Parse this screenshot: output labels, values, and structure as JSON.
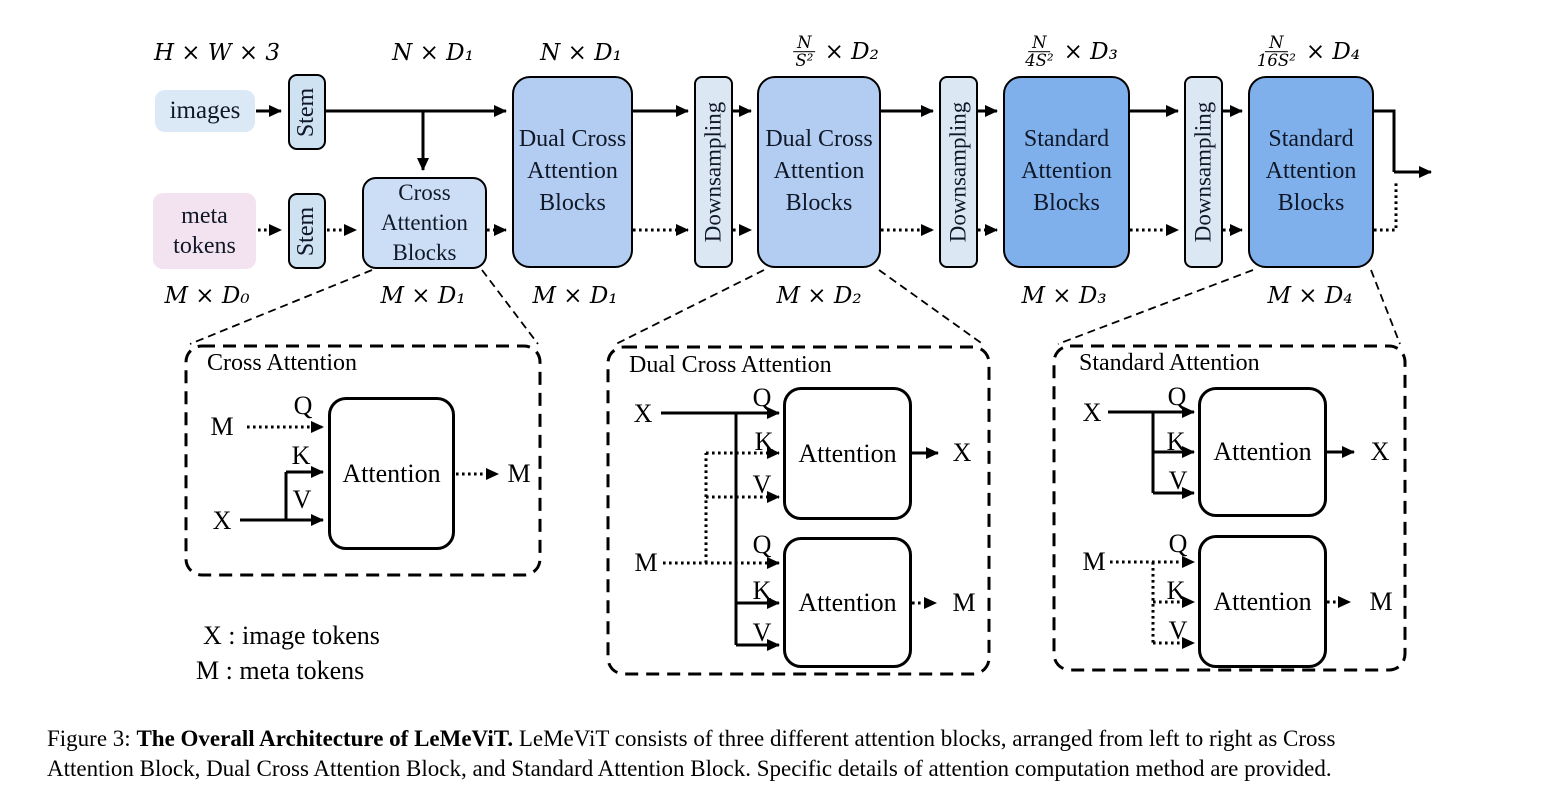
{
  "figure": {
    "pipeline": {
      "input_images_label": "images",
      "input_meta_label": "meta tokens",
      "stem1_label": "Stem",
      "stem2_label": "Stem",
      "cross_block_label": "Cross Attention Blocks",
      "dual_block1_label": "Dual Cross Attention Blocks",
      "dual_block2_label": "Dual Cross Attention Blocks",
      "downsampling1_label": "Downsampling",
      "downsampling2_label": "Downsampling",
      "downsampling3_label": "Downsampling",
      "standard_block1_label": "Standard Attention Blocks",
      "standard_block2_label": "Standard Attention Blocks"
    },
    "dims_top": {
      "hw3": "H × W × 3",
      "nd1_a": "N × D₁",
      "nd1_b": "N × D₁",
      "frac_d2": {
        "num": "N",
        "den": "S²",
        "rest": "× D₂"
      },
      "frac_d3": {
        "num": "N",
        "den": "4S²",
        "rest": "× D₃"
      },
      "frac_d4": {
        "num": "N",
        "den": "16S²",
        "rest": "× D₄"
      }
    },
    "dims_bottom": {
      "md0": "M × D₀",
      "md1_a": "M × D₁",
      "md1_b": "M × D₁",
      "md2": "M × D₂",
      "md3": "M × D₃",
      "md4": "M × D₄"
    },
    "inset_cross": {
      "title": "Cross Attention",
      "m_in": "M",
      "x_in": "X",
      "q": "Q",
      "k": "K",
      "v": "V",
      "attention": "Attention",
      "m_out": "M"
    },
    "inset_dual": {
      "title": "Dual Cross Attention",
      "x_in": "X",
      "m_in": "M",
      "q1": "Q",
      "k1": "K",
      "v1": "V",
      "q2": "Q",
      "k2": "K",
      "v2": "V",
      "attention1": "Attention",
      "attention2": "Attention",
      "x_out": "X",
      "m_out": "M"
    },
    "inset_standard": {
      "title": "Standard Attention",
      "x_in": "X",
      "m_in": "M",
      "q1": "Q",
      "k1": "K",
      "v1": "V",
      "q2": "Q",
      "k2": "K",
      "v2": "V",
      "attention1": "Attention",
      "attention2": "Attention",
      "x_out": "X",
      "m_out": "M"
    },
    "legend": {
      "x_line": "X : image tokens",
      "m_line": "M : meta tokens"
    },
    "caption": {
      "prefix": "Figure 3:",
      "bold": "The Overall Architecture of LeMeViT.",
      "line1_rest": "LeMeViT consists of three different attention blocks, arranged from left to right as Cross",
      "line2": "Attention Block, Dual Cross Attention Block, and Standard Attention Block. Specific details of attention computation method are provided."
    },
    "colors": {
      "images_box": "#dbe8f5",
      "meta_box": "#f3e3f0",
      "stem_box": "#cfe2f1",
      "cross_block": "#ccdef5",
      "dual_block": "#b3cdf2",
      "downsampling_box": "#dbe8f4",
      "standard_block": "#7fb0ec",
      "line": "#000000",
      "block_text": "#101828"
    }
  }
}
